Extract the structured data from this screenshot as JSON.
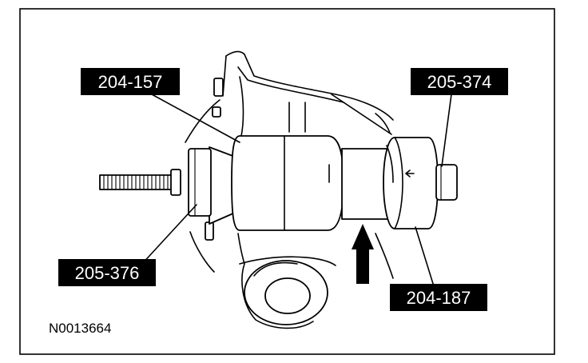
{
  "labels": {
    "tool_204_157": "204-157",
    "tool_205_374": "205-374",
    "tool_205_376": "205-376",
    "tool_204_187": "204-187"
  },
  "figure_id": "N0013664",
  "colors": {
    "ink": "#000000",
    "paper": "#ffffff"
  }
}
